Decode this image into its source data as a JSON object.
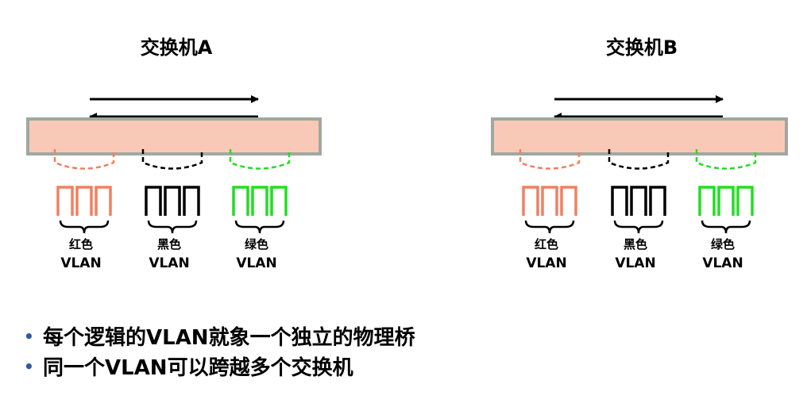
{
  "switches": [
    {
      "title": "交换机A",
      "vlans": [
        {
          "name": "红色",
          "tag": "VLAN",
          "color": "#f08060"
        },
        {
          "name": "黑色",
          "tag": "VLAN",
          "color": "#000000"
        },
        {
          "name": "绿色",
          "tag": "VLAN",
          "color": "#22dd22"
        }
      ]
    },
    {
      "title": "交换机B",
      "vlans": [
        {
          "name": "红色",
          "tag": "VLAN",
          "color": "#f08060"
        },
        {
          "name": "黑色",
          "tag": "VLAN",
          "color": "#000000"
        },
        {
          "name": "绿色",
          "tag": "VLAN",
          "color": "#22dd22"
        }
      ]
    }
  ],
  "switch_bar_color": "#f9c9b8",
  "switch_border_color": "#a0a8a0",
  "bullets": [
    "每个逻辑的VLAN就象一个独立的物理桥",
    "同一个VLAN可以跨越多个交换机"
  ],
  "bullet_color": "#2e5c9a"
}
